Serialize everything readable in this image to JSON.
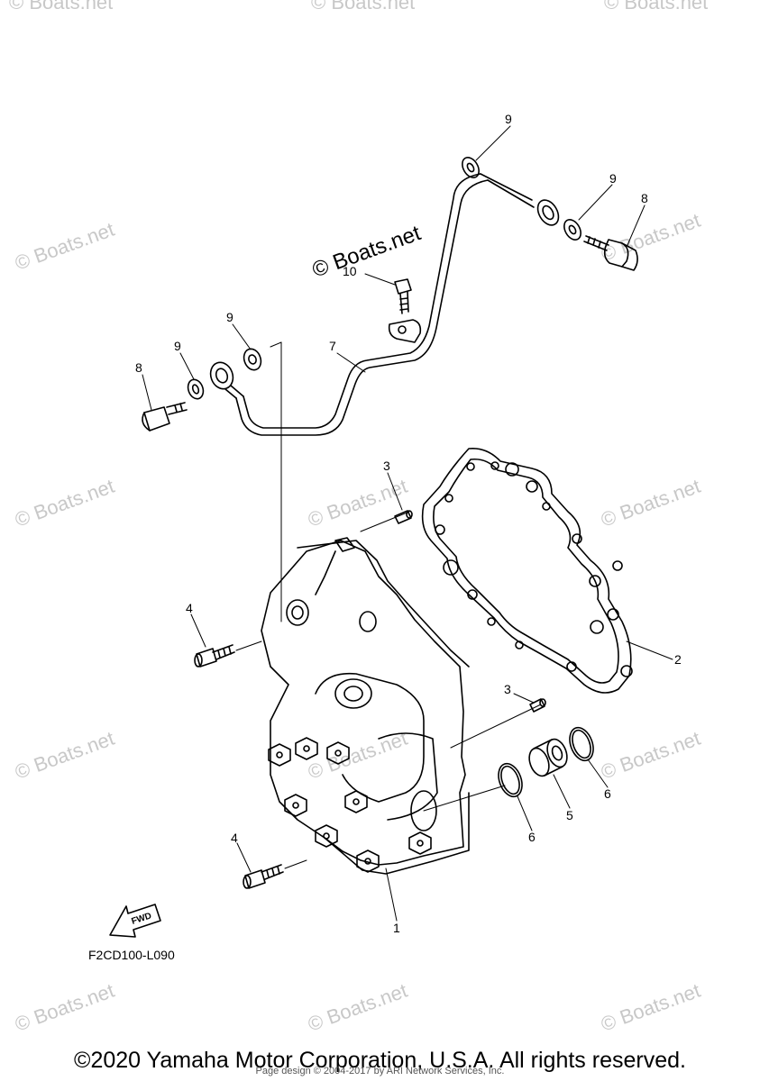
{
  "watermark": {
    "text": "© Boats.net"
  },
  "diagram": {
    "callouts": [
      {
        "id": "c9-top",
        "text": "9"
      },
      {
        "id": "c9-right",
        "text": "9"
      },
      {
        "id": "c8-right",
        "text": "8"
      },
      {
        "id": "c10",
        "text": "10"
      },
      {
        "id": "c9-left-top",
        "text": "9"
      },
      {
        "id": "c9-left",
        "text": "9"
      },
      {
        "id": "c8-left",
        "text": "8"
      },
      {
        "id": "c7",
        "text": "7"
      },
      {
        "id": "c3-top",
        "text": "3"
      },
      {
        "id": "c2",
        "text": "2"
      },
      {
        "id": "c4-top",
        "text": "4"
      },
      {
        "id": "c3-mid",
        "text": "3"
      },
      {
        "id": "c6-right",
        "text": "6"
      },
      {
        "id": "c5",
        "text": "5"
      },
      {
        "id": "c6-left",
        "text": "6"
      },
      {
        "id": "c4-bottom",
        "text": "4"
      },
      {
        "id": "c1",
        "text": "1"
      }
    ],
    "fwd_label": "FWD",
    "diagram_code": "F2CD100-L090"
  },
  "footer": {
    "copyright": "©2020 Yamaha Motor Corporation, U.S.A. All rights reserved.",
    "page_design": "Page design © 2004-2017 by ARI Network Services, Inc."
  }
}
